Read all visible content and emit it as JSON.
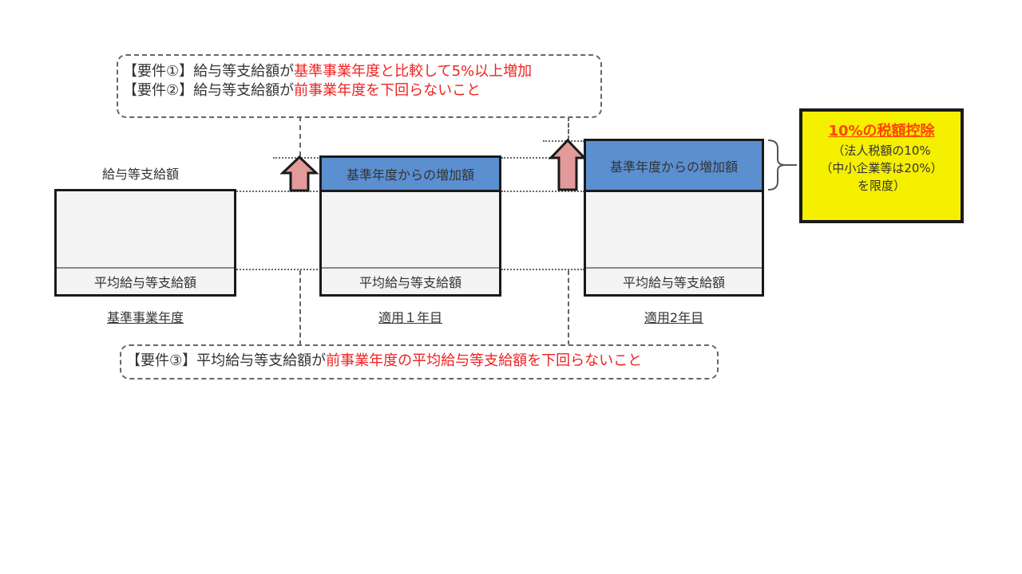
{
  "requirements_top": [
    {
      "label": "【要件①】給与等支給額が",
      "highlight": "基準事業年度と比較して5%以上増加"
    },
    {
      "label": "【要件②】給与等支給額が",
      "highlight": "前事業年度を下回らないこと"
    }
  ],
  "requirement_bottom": {
    "label": "【要件③】平均給与等支給額が",
    "highlight": "前事業年度の平均給与等支給額を下回らないこと"
  },
  "salary_label": "給与等支給額",
  "bars": [
    {
      "caption": "基準事業年度",
      "avg_label": "平均給与等支給額",
      "increase_label": null
    },
    {
      "caption": "適用１年目",
      "avg_label": "平均給与等支給額",
      "increase_label": "基準年度からの増加額"
    },
    {
      "caption": "適用2年目",
      "avg_label": "平均給与等支給額",
      "increase_label": "基準年度からの増加額"
    }
  ],
  "result": {
    "title": "10%の税額控除",
    "lines": [
      "（法人税額の10%",
      "（中小企業等は20%）",
      "を限度）"
    ]
  },
  "colors": {
    "increase_fill": "#5b8fd0",
    "arrow_fill": "#e39a9a",
    "highlight_text": "#ee2222",
    "result_fill": "#f5ef00",
    "result_title": "#ff4400"
  }
}
